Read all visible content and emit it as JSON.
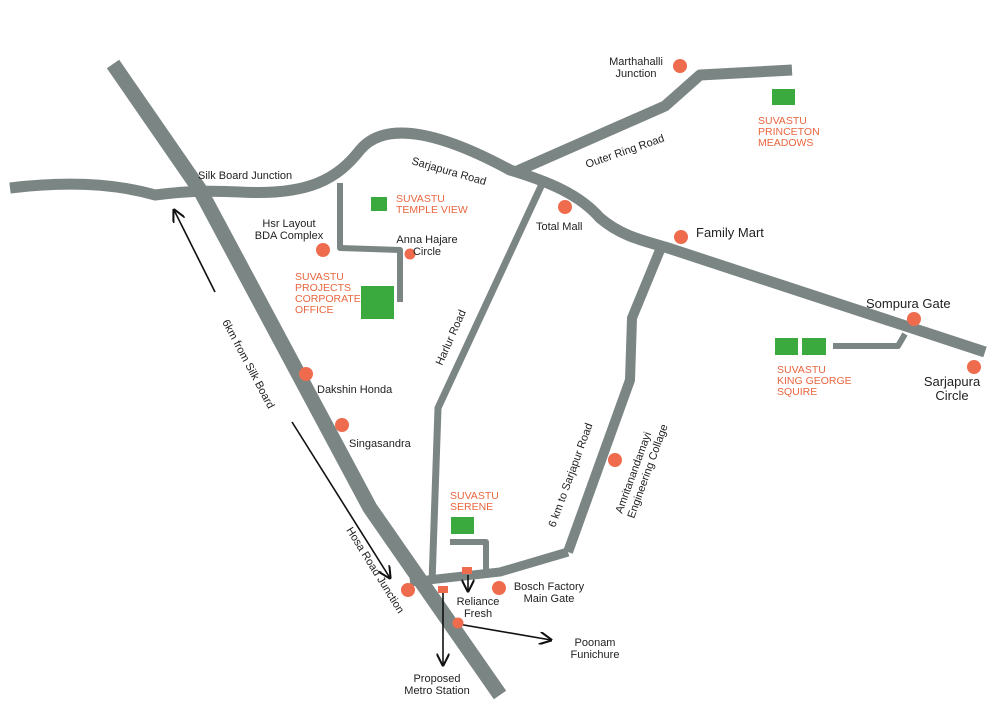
{
  "colors": {
    "road": "#7b8584",
    "marker": "#ee6c4d",
    "project": "#3aaa3f",
    "project_label": "#e8663f",
    "arrow": "#111111",
    "text": "#222222"
  },
  "roads": {
    "sarjapura_road": "Sarjapura Road",
    "outer_ring_road": "Outer Ring Road",
    "harlur_road": "Harlur Road",
    "sarjapur_link": "6 km to Sarjapur Road",
    "distance_note": "6km from Silk Board"
  },
  "places": {
    "marthahalli_1": "Marthahalli",
    "marthahalli_2": "Junction",
    "silk_board": "Silk Board Junction",
    "hsr_1": "Hsr Layout",
    "hsr_2": "BDA Complex",
    "anna_1": "Anna Hajare",
    "anna_2": "Circle",
    "total_mall": "Total Mall",
    "family_mart": "Family Mart",
    "sompura_gate": "Sompura Gate",
    "sarjapura_circle_1": "Sarjapura",
    "sarjapura_circle_2": "Circle",
    "dakshin_honda": "Dakshin Honda",
    "singasandra": "Singasandra",
    "amrita_1": "Amritanandamayi",
    "amrita_2": "Engineering Collage",
    "hosa_road": "Hosa Road Junction",
    "bosch_1": "Bosch Factory",
    "bosch_2": "Main Gate",
    "reliance_1": "Reliance",
    "reliance_2": "Fresh",
    "poonam_1": "Poonam",
    "poonam_2": "Funichure",
    "metro_1": "Proposed",
    "metro_2": "Metro Station"
  },
  "projects": {
    "princeton_1": "SUVASTU",
    "princeton_2": "PRINCETON",
    "princeton_3": "MEADOWS",
    "temple_1": "SUVASTU",
    "temple_2": "TEMPLE VIEW",
    "corporate_1": "SUVASTU",
    "corporate_2": "PROJECTS",
    "corporate_3": "CORPORATE",
    "corporate_4": "OFFICE",
    "king_1": "SUVASTU",
    "king_2": "KING GEORGE",
    "king_3": "SQUIRE",
    "serene_1": "SUVASTU",
    "serene_2": "SERENE"
  }
}
